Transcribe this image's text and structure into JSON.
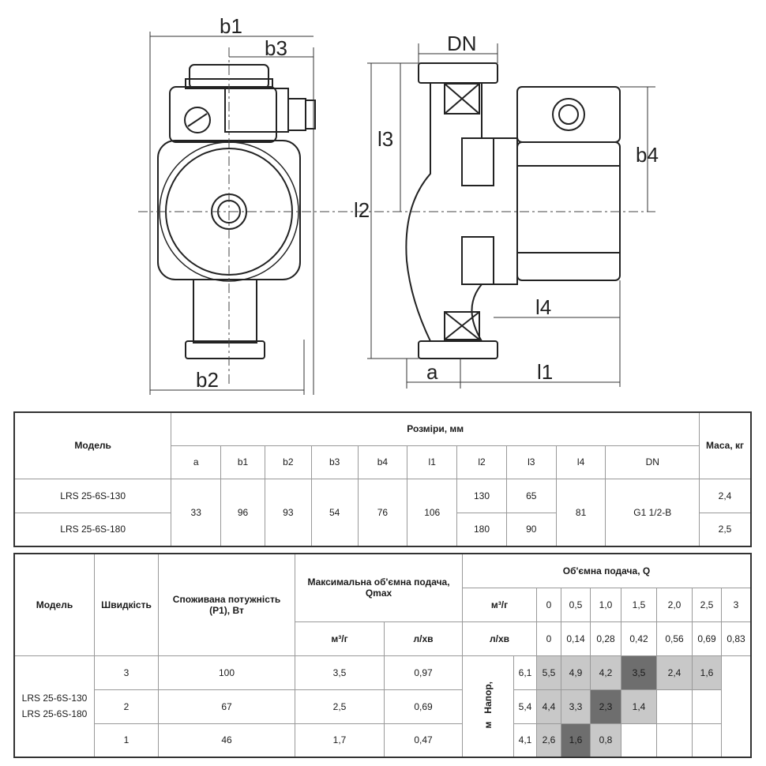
{
  "drawing_labels": {
    "b1": "b1",
    "b3": "b3",
    "b2": "b2",
    "dn": "DN",
    "l3": "l3",
    "l2": "l2",
    "b4": "b4",
    "l4": "l4",
    "a": "a",
    "l1": "l1"
  },
  "table1": {
    "model_header": "Модель",
    "dims_header": "Розміри, мм",
    "mass_header": "Маса, кг",
    "columns": [
      "a",
      "b1",
      "b2",
      "b3",
      "b4",
      "l1",
      "l2",
      "l3",
      "l4",
      "DN"
    ],
    "rows": [
      {
        "model": "LRS 25-6S-130",
        "l2": "130",
        "l3": "65",
        "mass": "2,4"
      },
      {
        "model": "LRS 25-6S-180",
        "l2": "180",
        "l3": "90",
        "mass": "2,5"
      }
    ],
    "shared": {
      "a": "33",
      "b1": "96",
      "b2": "93",
      "b3": "54",
      "b4": "76",
      "l1": "106",
      "l4": "81",
      "dn": "G1 1/2-B"
    }
  },
  "table2": {
    "model_header": "Модель",
    "speed_header": "Швидкість",
    "power_header": "Споживана потужність (P1), Вт",
    "qmax_header": "Максимальна об'ємна подача, Qmax",
    "flow_header": "Об'ємна подача, Q",
    "qmax_unit1": "м³/г",
    "qmax_unit2": "л/хв",
    "unit_m3": "м³/г",
    "unit_lmin": "л/хв",
    "q_m3": [
      "0",
      "0,5",
      "1,0",
      "1,5",
      "2,0",
      "2,5",
      "3"
    ],
    "q_lmin": [
      "0",
      "0,14",
      "0,28",
      "0,42",
      "0,56",
      "0,69",
      "0,83"
    ],
    "model_name": "LRS 25-6S-130\nLRS 25-6S-180",
    "head_label": "Напор,",
    "head_unit": "м",
    "rows": [
      {
        "speed": "3",
        "power": "100",
        "qmax_m3": "3,5",
        "qmax_lmin": "0,97",
        "head": [
          "6,1",
          "5,5",
          "4,9",
          "4,2",
          "3,5",
          "2,4",
          "1,6"
        ]
      },
      {
        "speed": "2",
        "power": "67",
        "qmax_m3": "2,5",
        "qmax_lmin": "0,69",
        "head": [
          "5,4",
          "4,4",
          "3,3",
          "2,3",
          "1,4",
          "",
          ""
        ]
      },
      {
        "speed": "1",
        "power": "46",
        "qmax_m3": "1,7",
        "qmax_lmin": "0,47",
        "head": [
          "4,1",
          "2,6",
          "1,6",
          "0,8",
          "",
          "",
          ""
        ]
      }
    ]
  }
}
